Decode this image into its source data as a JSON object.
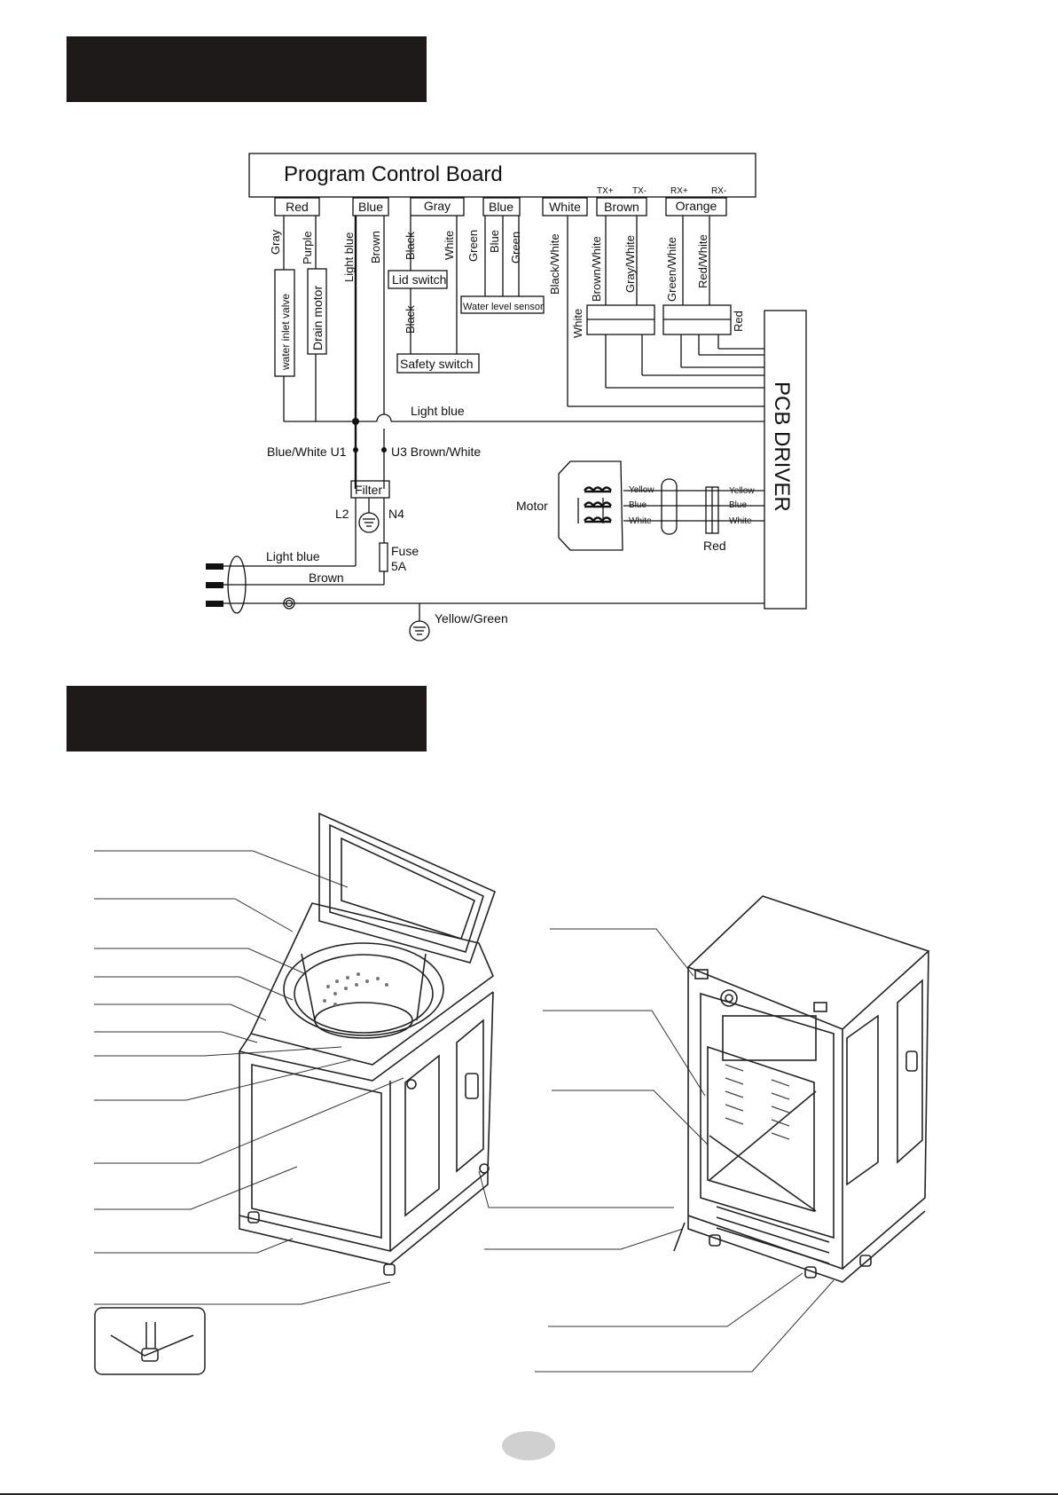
{
  "board_title": "Program Control Board",
  "pcb_driver": "PCB DRIVER",
  "signal_labels": {
    "tx_plus": "TX+",
    "tx_minus": "TX-",
    "rx_plus": "RX+",
    "rx_minus": "RX-"
  },
  "connectors": [
    "Red",
    "Blue",
    "Gray",
    "Blue",
    "White",
    "Brown",
    "Orange"
  ],
  "wires": {
    "gray": "Gray",
    "purple": "Purple",
    "light_blue_v": "Light blue",
    "brown_v": "Brown",
    "black_1": "Black",
    "white_1": "White",
    "green_1": "Green",
    "blue_1": "Blue",
    "green_2": "Green",
    "black_white": "Black/White",
    "brown_white": "Brown/White",
    "gray_white": "Gray/White",
    "green_white": "Green/White",
    "red_white": "Red/White",
    "black_2": "Black",
    "white_2": "White",
    "red_right": "Red",
    "light_blue_h": "Light blue",
    "blue_white_u1": "Blue/White U1",
    "u3_brown_white": "U3 Brown/White",
    "l2": "L2",
    "n4": "N4",
    "light_blue_in": "Light blue",
    "brown_in": "Brown",
    "fuse_a": "Fuse",
    "fuse_b": "5A",
    "yellow_green": "Yellow/Green"
  },
  "components": {
    "water_inlet_valve": "water inlet valve",
    "drain_motor": "Drain motor",
    "lid_switch": "Lid switch",
    "water_level_sensor": "Water level sensor",
    "safety_switch": "Safety switch",
    "filter": "Filter",
    "motor": "Motor"
  },
  "motor_wires": [
    "Yellow",
    "Blue",
    "White"
  ],
  "driver_wires": [
    "Yellow",
    "Blue",
    "White"
  ],
  "motor_connector": "Red"
}
